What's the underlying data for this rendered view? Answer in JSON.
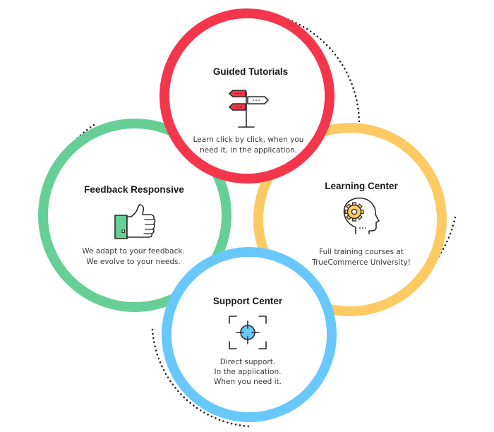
{
  "colors": {
    "guided": "#f4364c",
    "learning": "#fdca63",
    "feedback": "#66cf96",
    "support": "#68c8fb",
    "ink": "#2b2b2b"
  },
  "guided_tutorials": {
    "title": "Guided Tutorials",
    "desc_line_1": "Learn click by click, when you",
    "desc_line_2": "need it, in the application.",
    "icon": "signpost-icon"
  },
  "learning_center": {
    "title": "Learning Center",
    "desc_line_1": "Full training courses at",
    "desc_line_2": "TrueCommerce University!",
    "icon": "head-gear-icon"
  },
  "feedback_responsive": {
    "title": "Feedback Responsive",
    "desc_line_1": "We adapt to your feedback.",
    "desc_line_2": "We evolve to your needs.",
    "icon": "thumbs-up-icon"
  },
  "support_center": {
    "title": "Support Center",
    "desc_line_1": "Direct support.",
    "desc_line_2": "In the application.",
    "desc_line_3": "When you need it.",
    "icon": "target-icon"
  }
}
